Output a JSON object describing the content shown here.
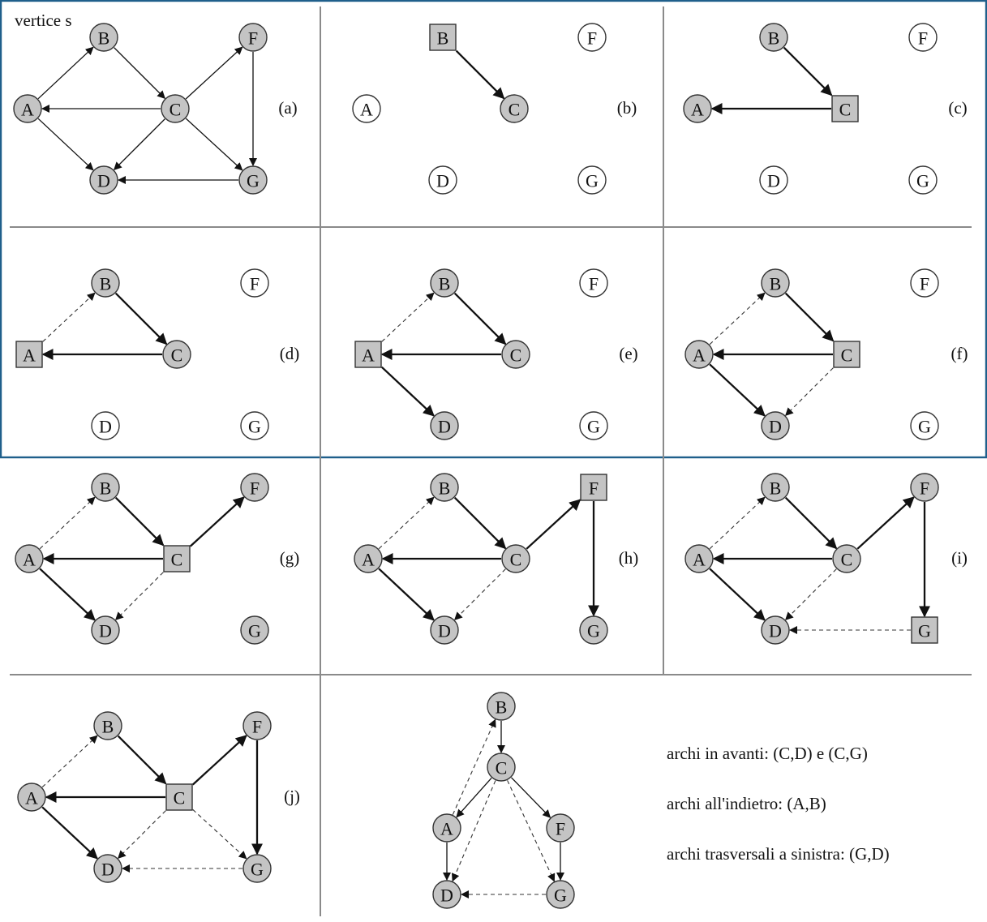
{
  "corner_label": "vertice s",
  "panels": [
    {
      "id": "a",
      "label": "(a)",
      "nodes": [
        {
          "name": "A",
          "fill": "gray",
          "shape": "circle"
        },
        {
          "name": "B",
          "fill": "gray",
          "shape": "circle"
        },
        {
          "name": "C",
          "fill": "gray",
          "shape": "circle"
        },
        {
          "name": "D",
          "fill": "gray",
          "shape": "circle"
        },
        {
          "name": "F",
          "fill": "gray",
          "shape": "circle"
        },
        {
          "name": "G",
          "fill": "gray",
          "shape": "circle"
        }
      ],
      "edges": [
        {
          "from": "A",
          "to": "B",
          "style": "thin"
        },
        {
          "from": "B",
          "to": "C",
          "style": "thin"
        },
        {
          "from": "C",
          "to": "A",
          "style": "thin"
        },
        {
          "from": "A",
          "to": "D",
          "style": "thin"
        },
        {
          "from": "C",
          "to": "D",
          "style": "thin"
        },
        {
          "from": "C",
          "to": "F",
          "style": "thin"
        },
        {
          "from": "C",
          "to": "G",
          "style": "thin"
        },
        {
          "from": "F",
          "to": "G",
          "style": "thin"
        },
        {
          "from": "G",
          "to": "D",
          "style": "thin"
        }
      ]
    },
    {
      "id": "b",
      "label": "(b)",
      "nodes": [
        {
          "name": "A",
          "fill": "white",
          "shape": "circle"
        },
        {
          "name": "B",
          "fill": "gray",
          "shape": "square"
        },
        {
          "name": "C",
          "fill": "gray",
          "shape": "circle"
        },
        {
          "name": "D",
          "fill": "white",
          "shape": "circle"
        },
        {
          "name": "F",
          "fill": "white",
          "shape": "circle"
        },
        {
          "name": "G",
          "fill": "white",
          "shape": "circle"
        }
      ],
      "edges": [
        {
          "from": "B",
          "to": "C",
          "style": "thick"
        }
      ]
    },
    {
      "id": "c",
      "label": "(c)",
      "nodes": [
        {
          "name": "A",
          "fill": "gray",
          "shape": "circle"
        },
        {
          "name": "B",
          "fill": "gray",
          "shape": "circle"
        },
        {
          "name": "C",
          "fill": "gray",
          "shape": "square"
        },
        {
          "name": "D",
          "fill": "white",
          "shape": "circle"
        },
        {
          "name": "F",
          "fill": "white",
          "shape": "circle"
        },
        {
          "name": "G",
          "fill": "white",
          "shape": "circle"
        }
      ],
      "edges": [
        {
          "from": "B",
          "to": "C",
          "style": "thick"
        },
        {
          "from": "C",
          "to": "A",
          "style": "thick"
        }
      ]
    },
    {
      "id": "d",
      "label": "(d)",
      "nodes": [
        {
          "name": "A",
          "fill": "gray",
          "shape": "square"
        },
        {
          "name": "B",
          "fill": "gray",
          "shape": "circle"
        },
        {
          "name": "C",
          "fill": "gray",
          "shape": "circle"
        },
        {
          "name": "D",
          "fill": "white",
          "shape": "circle"
        },
        {
          "name": "F",
          "fill": "white",
          "shape": "circle"
        },
        {
          "name": "G",
          "fill": "white",
          "shape": "circle"
        }
      ],
      "edges": [
        {
          "from": "A",
          "to": "B",
          "style": "dashed"
        },
        {
          "from": "B",
          "to": "C",
          "style": "thick"
        },
        {
          "from": "C",
          "to": "A",
          "style": "thick"
        }
      ]
    },
    {
      "id": "e",
      "label": "(e)",
      "nodes": [
        {
          "name": "A",
          "fill": "gray",
          "shape": "square"
        },
        {
          "name": "B",
          "fill": "gray",
          "shape": "circle"
        },
        {
          "name": "C",
          "fill": "gray",
          "shape": "circle"
        },
        {
          "name": "D",
          "fill": "gray",
          "shape": "circle"
        },
        {
          "name": "F",
          "fill": "white",
          "shape": "circle"
        },
        {
          "name": "G",
          "fill": "white",
          "shape": "circle"
        }
      ],
      "edges": [
        {
          "from": "A",
          "to": "B",
          "style": "dashed"
        },
        {
          "from": "B",
          "to": "C",
          "style": "thick"
        },
        {
          "from": "C",
          "to": "A",
          "style": "thick"
        },
        {
          "from": "A",
          "to": "D",
          "style": "thick"
        }
      ]
    },
    {
      "id": "f",
      "label": "(f)",
      "nodes": [
        {
          "name": "A",
          "fill": "gray",
          "shape": "circle"
        },
        {
          "name": "B",
          "fill": "gray",
          "shape": "circle"
        },
        {
          "name": "C",
          "fill": "gray",
          "shape": "square"
        },
        {
          "name": "D",
          "fill": "gray",
          "shape": "circle"
        },
        {
          "name": "F",
          "fill": "white",
          "shape": "circle"
        },
        {
          "name": "G",
          "fill": "white",
          "shape": "circle"
        }
      ],
      "edges": [
        {
          "from": "A",
          "to": "B",
          "style": "dashed"
        },
        {
          "from": "B",
          "to": "C",
          "style": "thick"
        },
        {
          "from": "C",
          "to": "A",
          "style": "thick"
        },
        {
          "from": "A",
          "to": "D",
          "style": "thick"
        },
        {
          "from": "C",
          "to": "D",
          "style": "dashed"
        }
      ]
    },
    {
      "id": "g",
      "label": "(g)",
      "nodes": [
        {
          "name": "A",
          "fill": "gray",
          "shape": "circle"
        },
        {
          "name": "B",
          "fill": "gray",
          "shape": "circle"
        },
        {
          "name": "C",
          "fill": "gray",
          "shape": "square"
        },
        {
          "name": "D",
          "fill": "gray",
          "shape": "circle"
        },
        {
          "name": "F",
          "fill": "gray",
          "shape": "circle"
        },
        {
          "name": "G",
          "fill": "gray",
          "shape": "circle"
        }
      ],
      "edges": [
        {
          "from": "A",
          "to": "B",
          "style": "dashed"
        },
        {
          "from": "B",
          "to": "C",
          "style": "thick"
        },
        {
          "from": "C",
          "to": "A",
          "style": "thick"
        },
        {
          "from": "A",
          "to": "D",
          "style": "thick"
        },
        {
          "from": "C",
          "to": "D",
          "style": "dashed"
        },
        {
          "from": "C",
          "to": "F",
          "style": "thick"
        }
      ]
    },
    {
      "id": "h",
      "label": "(h)",
      "nodes": [
        {
          "name": "A",
          "fill": "gray",
          "shape": "circle"
        },
        {
          "name": "B",
          "fill": "gray",
          "shape": "circle"
        },
        {
          "name": "C",
          "fill": "gray",
          "shape": "circle"
        },
        {
          "name": "D",
          "fill": "gray",
          "shape": "circle"
        },
        {
          "name": "F",
          "fill": "gray",
          "shape": "square"
        },
        {
          "name": "G",
          "fill": "gray",
          "shape": "circle"
        }
      ],
      "edges": [
        {
          "from": "A",
          "to": "B",
          "style": "dashed"
        },
        {
          "from": "B",
          "to": "C",
          "style": "thick"
        },
        {
          "from": "C",
          "to": "A",
          "style": "thick"
        },
        {
          "from": "A",
          "to": "D",
          "style": "thick"
        },
        {
          "from": "C",
          "to": "D",
          "style": "dashed"
        },
        {
          "from": "C",
          "to": "F",
          "style": "thick"
        },
        {
          "from": "F",
          "to": "G",
          "style": "thick"
        }
      ]
    },
    {
      "id": "i",
      "label": "(i)",
      "nodes": [
        {
          "name": "A",
          "fill": "gray",
          "shape": "circle"
        },
        {
          "name": "B",
          "fill": "gray",
          "shape": "circle"
        },
        {
          "name": "C",
          "fill": "gray",
          "shape": "circle"
        },
        {
          "name": "D",
          "fill": "gray",
          "shape": "circle"
        },
        {
          "name": "F",
          "fill": "gray",
          "shape": "circle"
        },
        {
          "name": "G",
          "fill": "gray",
          "shape": "square"
        }
      ],
      "edges": [
        {
          "from": "A",
          "to": "B",
          "style": "dashed"
        },
        {
          "from": "B",
          "to": "C",
          "style": "thick"
        },
        {
          "from": "C",
          "to": "A",
          "style": "thick"
        },
        {
          "from": "A",
          "to": "D",
          "style": "thick"
        },
        {
          "from": "C",
          "to": "D",
          "style": "dashed"
        },
        {
          "from": "C",
          "to": "F",
          "style": "thick"
        },
        {
          "from": "F",
          "to": "G",
          "style": "thick"
        },
        {
          "from": "G",
          "to": "D",
          "style": "dashed"
        }
      ]
    },
    {
      "id": "j",
      "label": "(j)",
      "nodes": [
        {
          "name": "A",
          "fill": "gray",
          "shape": "circle"
        },
        {
          "name": "B",
          "fill": "gray",
          "shape": "circle"
        },
        {
          "name": "C",
          "fill": "gray",
          "shape": "square"
        },
        {
          "name": "D",
          "fill": "gray",
          "shape": "circle"
        },
        {
          "name": "F",
          "fill": "gray",
          "shape": "circle"
        },
        {
          "name": "G",
          "fill": "gray",
          "shape": "circle"
        }
      ],
      "edges": [
        {
          "from": "A",
          "to": "B",
          "style": "dashed"
        },
        {
          "from": "B",
          "to": "C",
          "style": "thick"
        },
        {
          "from": "C",
          "to": "A",
          "style": "thick"
        },
        {
          "from": "A",
          "to": "D",
          "style": "thick"
        },
        {
          "from": "C",
          "to": "D",
          "style": "dashed"
        },
        {
          "from": "C",
          "to": "F",
          "style": "thick"
        },
        {
          "from": "F",
          "to": "G",
          "style": "thick"
        },
        {
          "from": "G",
          "to": "D",
          "style": "dashed"
        },
        {
          "from": "C",
          "to": "G",
          "style": "dashed"
        }
      ]
    }
  ],
  "tree": {
    "nodes": [
      {
        "name": "B",
        "fill": "gray",
        "shape": "circle"
      },
      {
        "name": "C",
        "fill": "gray",
        "shape": "circle"
      },
      {
        "name": "A",
        "fill": "gray",
        "shape": "circle"
      },
      {
        "name": "F",
        "fill": "gray",
        "shape": "circle"
      },
      {
        "name": "D",
        "fill": "gray",
        "shape": "circle"
      },
      {
        "name": "G",
        "fill": "gray",
        "shape": "circle"
      }
    ],
    "edges": [
      {
        "from": "B",
        "to": "C",
        "style": "thin"
      },
      {
        "from": "C",
        "to": "A",
        "style": "thin"
      },
      {
        "from": "C",
        "to": "F",
        "style": "thin"
      },
      {
        "from": "A",
        "to": "D",
        "style": "thin"
      },
      {
        "from": "F",
        "to": "G",
        "style": "thin"
      },
      {
        "from": "A",
        "to": "B",
        "style": "dashed"
      },
      {
        "from": "C",
        "to": "D",
        "style": "dashed"
      },
      {
        "from": "C",
        "to": "G",
        "style": "dashed"
      },
      {
        "from": "G",
        "to": "D",
        "style": "dashed"
      }
    ]
  },
  "legend": {
    "forward": "archi in avanti: (C,D) e (C,G)",
    "back": "archi all'indietro: (A,B)",
    "cross": "archi trasversali a sinistra: (G,D)"
  }
}
